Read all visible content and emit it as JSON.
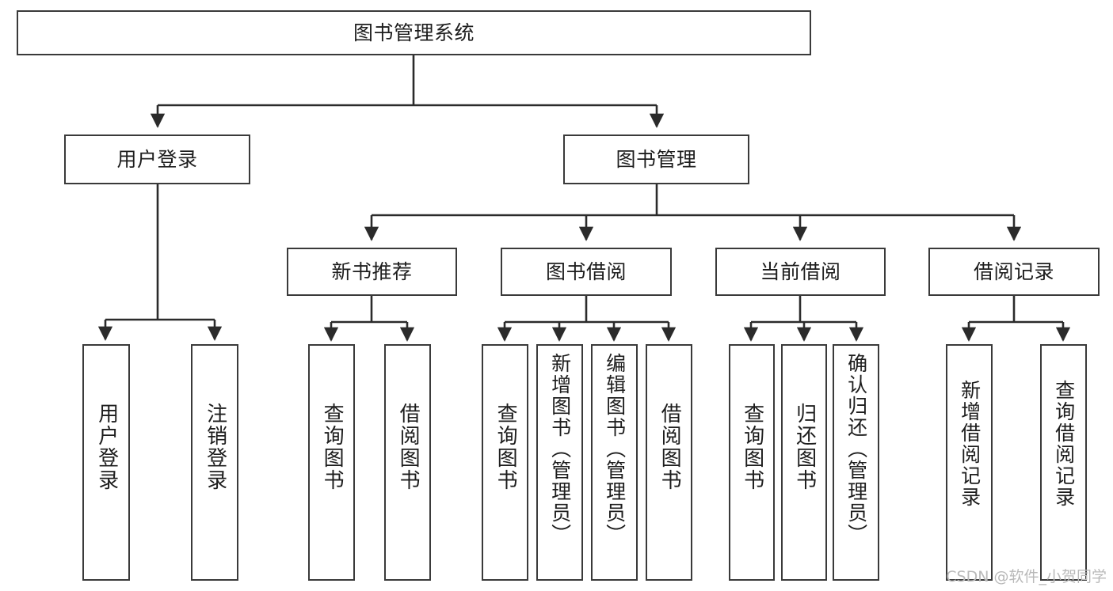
{
  "diagram": {
    "title": "图书管理系统",
    "type": "hierarchy-tree",
    "colors": {
      "box_border": "#3a3a3a",
      "box_fill": "#ffffff",
      "edge": "#2b2b2b",
      "text": "#1d1d1d",
      "watermark": "#b9b9b9",
      "background": "#ffffff"
    },
    "watermark": "CSDN @软件_小贺同学",
    "levels": {
      "root": {
        "label": "图书管理系统"
      },
      "level2": [
        {
          "id": "user-login",
          "label": "用户登录"
        },
        {
          "id": "book-manage",
          "label": "图书管理"
        }
      ],
      "level3": [
        {
          "id": "new-book-recommend",
          "label": "新书推荐"
        },
        {
          "id": "book-borrow",
          "label": "图书借阅"
        },
        {
          "id": "current-borrow",
          "label": "当前借阅"
        },
        {
          "id": "borrow-record",
          "label": "借阅记录"
        }
      ],
      "leaves": {
        "user-login": [
          {
            "id": "leaf-user-login",
            "label": "用户登录"
          },
          {
            "id": "leaf-logout-login",
            "label": "注销登录"
          }
        ],
        "new-book-recommend": [
          {
            "id": "leaf-query-book-1",
            "label": "查询图书"
          },
          {
            "id": "leaf-borrow-book-1",
            "label": "借阅图书"
          }
        ],
        "book-borrow": [
          {
            "id": "leaf-query-book-2",
            "label": "查询图书"
          },
          {
            "id": "leaf-add-book",
            "label": "新增图书（管理员）"
          },
          {
            "id": "leaf-edit-book",
            "label": "编辑图书（管理员）"
          },
          {
            "id": "leaf-borrow-book-2",
            "label": "借阅图书"
          }
        ],
        "current-borrow": [
          {
            "id": "leaf-query-book-3",
            "label": "查询图书"
          },
          {
            "id": "leaf-return-book",
            "label": "归还图书"
          },
          {
            "id": "leaf-confirm-return",
            "label": "确认归还（管理员）"
          }
        ],
        "borrow-record": [
          {
            "id": "leaf-add-record",
            "label": "新增借阅记录"
          },
          {
            "id": "leaf-query-record",
            "label": "查询借阅记录"
          }
        ]
      }
    }
  }
}
